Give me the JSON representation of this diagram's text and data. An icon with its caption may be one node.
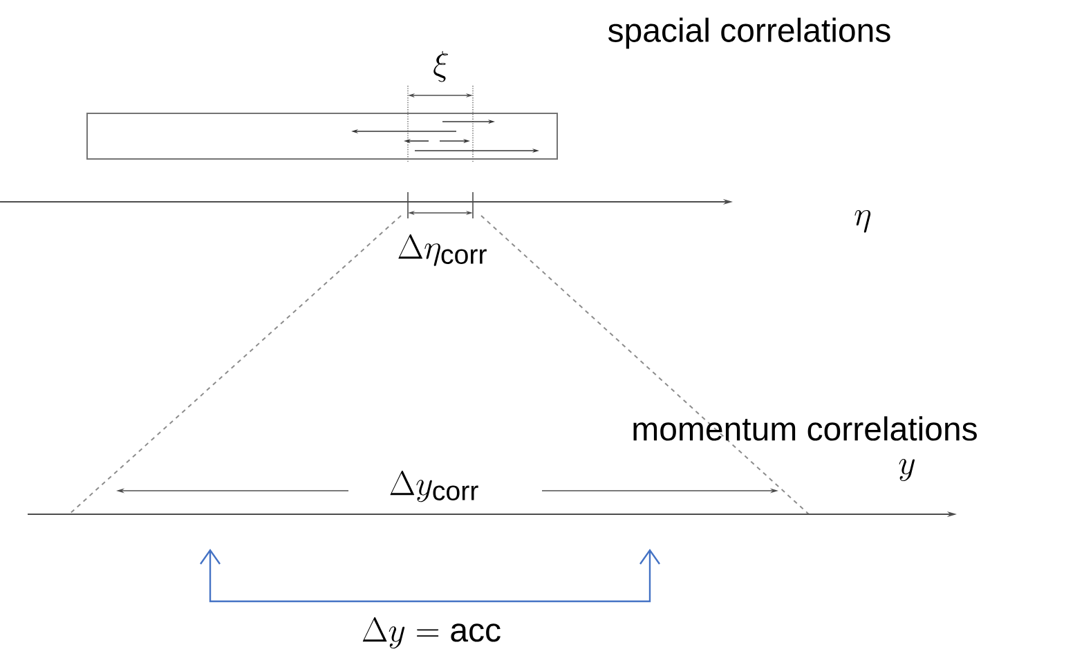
{
  "diagram": {
    "labels": [
      "spacial correlations",
      "\\xi",
      "\\eta",
      "\\Delta\\eta_{\\mathrm{corr}}",
      "momentum correlations",
      "y",
      "\\Delta y_{\\mathrm{corr}}",
      "\\Delta y = \\mathrm{acc}"
    ]
  }
}
